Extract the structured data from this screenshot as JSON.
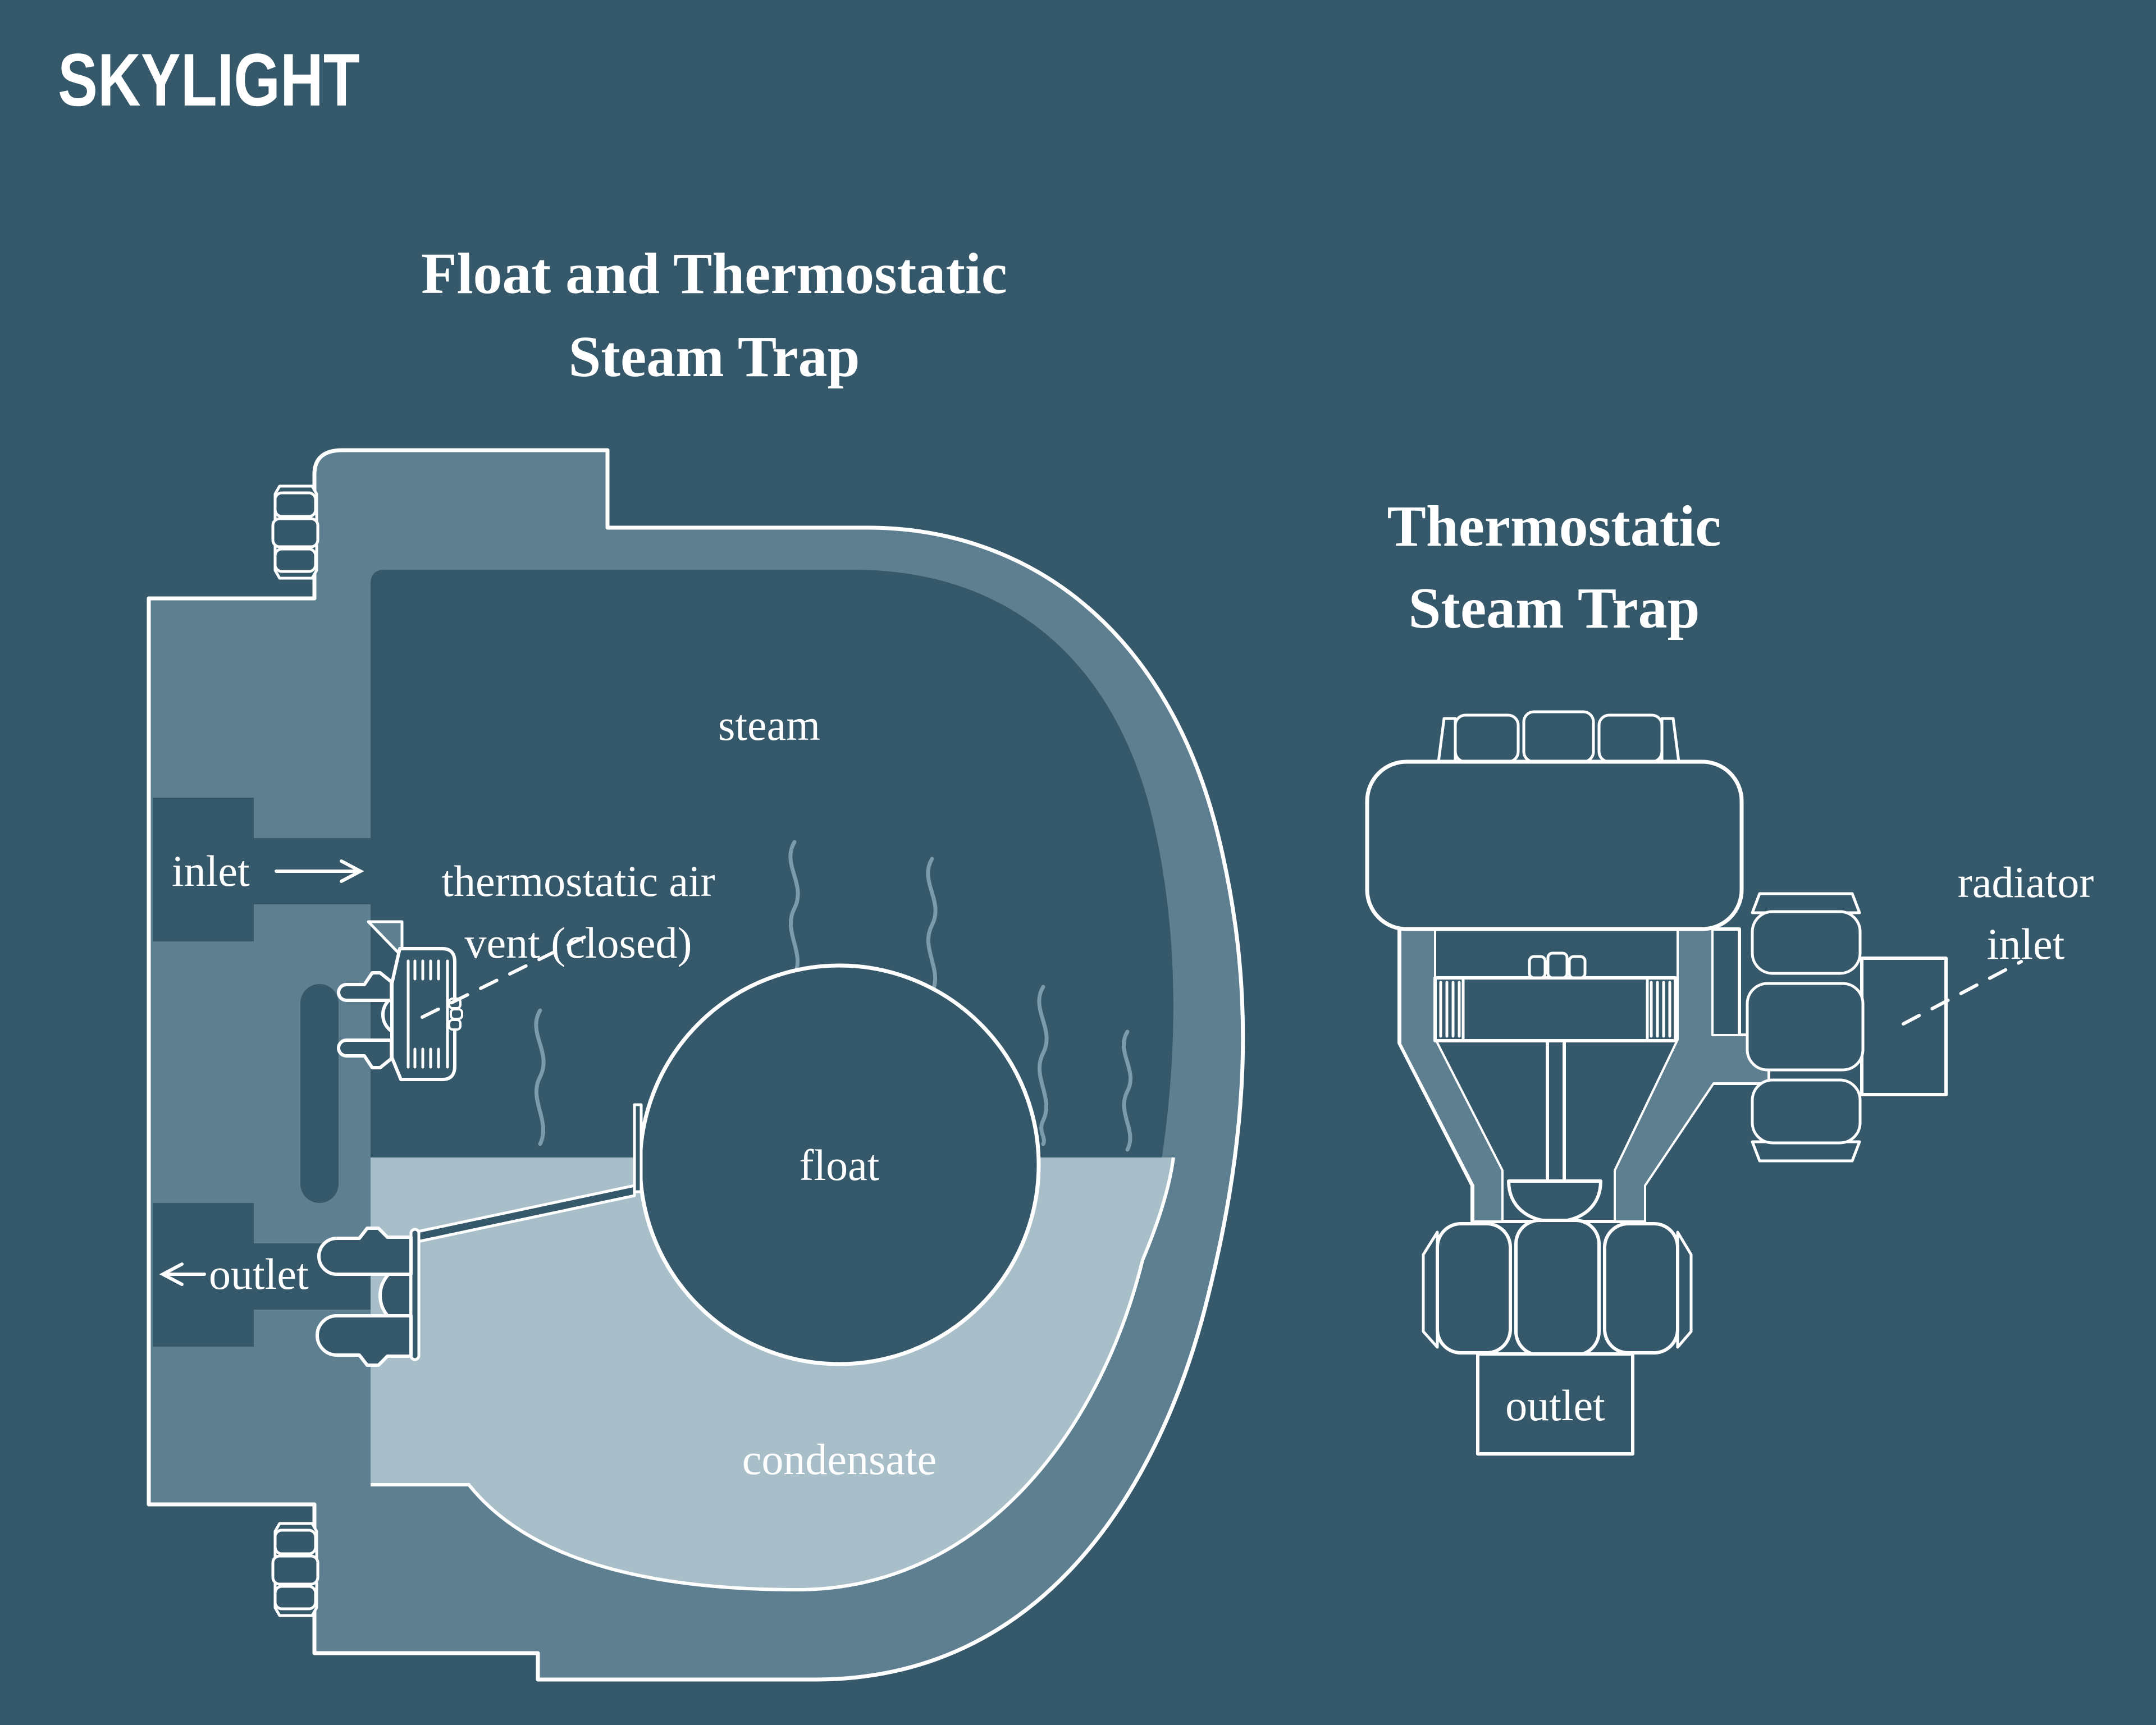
{
  "logo": "SKYLIGHT",
  "colors": {
    "background": "#35596a",
    "trap_wall": "#5e7f90",
    "condensate_fill": "#a8bec9",
    "outline": "#ffffff",
    "steam_squiggle": "#7c9baa"
  },
  "left": {
    "title1": "Float and Thermostatic",
    "title2": "Steam Trap",
    "labels": {
      "steam": "steam",
      "inlet": "inlet",
      "vent1": "thermostatic air",
      "vent2": "vent (closed)",
      "float": "float",
      "outlet": "outlet",
      "condensate": "condensate"
    }
  },
  "right": {
    "title1": "Thermostatic",
    "title2": "Steam Trap",
    "labels": {
      "radiator1": "radiator",
      "radiator2": "inlet",
      "outlet": "outlet"
    }
  }
}
